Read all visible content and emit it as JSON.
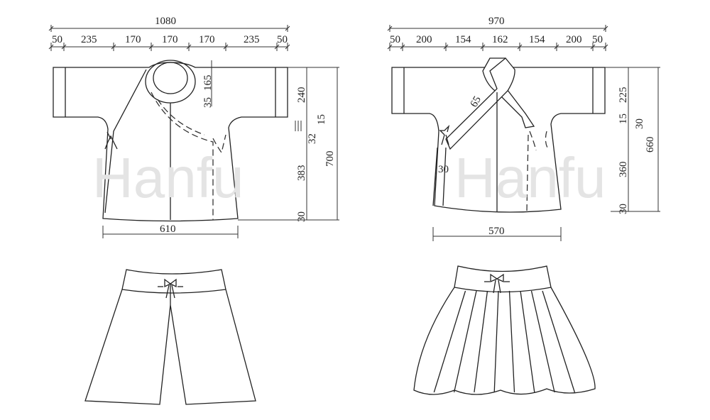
{
  "watermark": "Hanfu",
  "top_left_garment": {
    "name": "jacket",
    "total_width": "1080",
    "segments": [
      "50",
      "235",
      "170",
      "170",
      "170",
      "235",
      "50"
    ],
    "neck_depth": "165",
    "collar_width": "35",
    "side_dims": [
      "240",
      "15",
      "32",
      "383",
      "30"
    ],
    "total_length": "700",
    "hem_width": "610"
  },
  "top_right_garment": {
    "name": "crossed-collar-jacket",
    "total_width": "970",
    "segments": [
      "50",
      "200",
      "154",
      "162",
      "154",
      "200",
      "50"
    ],
    "collar_width": "65",
    "placket_width": "30",
    "side_dims": [
      "225",
      "15",
      "30",
      "360",
      "30"
    ],
    "total_length": "660",
    "hem_width": "570"
  },
  "bottom_left_garment": {
    "name": "shorts"
  },
  "bottom_right_garment": {
    "name": "pleated-skirt"
  }
}
